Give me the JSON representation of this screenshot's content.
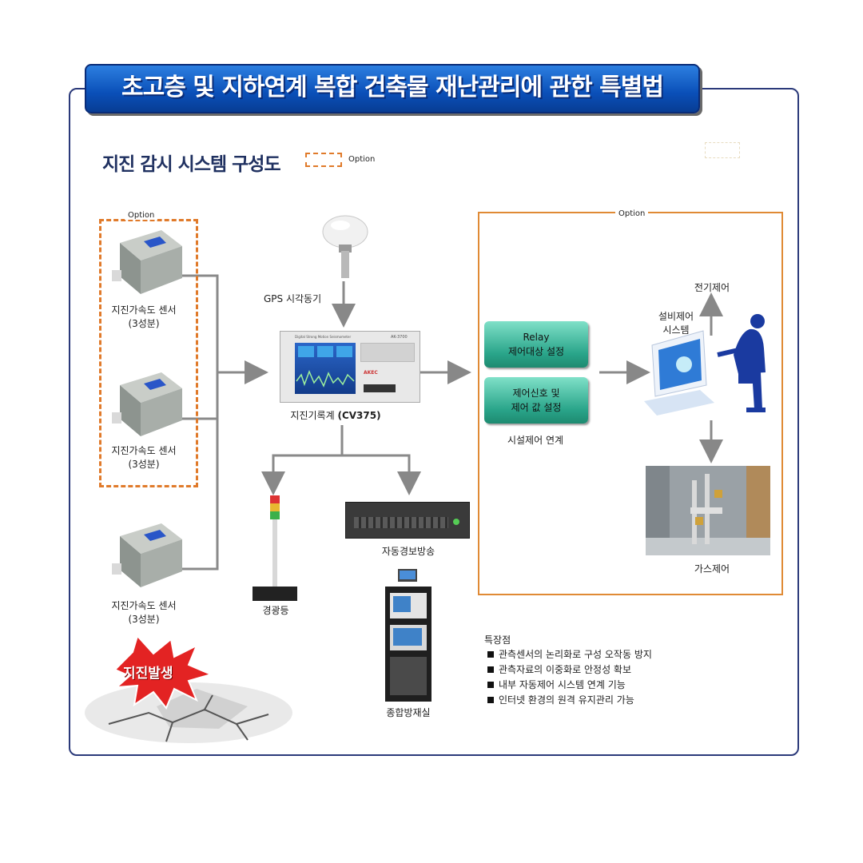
{
  "header": {
    "title": "초고층 및 지하연계 복합 건축물 재난관리에 관한 특별법"
  },
  "diagram": {
    "title": "지진 감시 시스템 구성도",
    "legend_option": "Option",
    "left_group_option": "Option",
    "right_group_option": "Option",
    "sensors": [
      {
        "label": "지진가속도 센서",
        "sub": "(3성분)"
      },
      {
        "label": "지진가속도 센서",
        "sub": "(3성분)"
      },
      {
        "label": "지진가속도 센서",
        "sub": "(3성분)"
      }
    ],
    "gps_label": "GPS 시각동기",
    "recorder_label": "지진기록계",
    "recorder_model": "(CV375)",
    "recorder_screen_text": "Digital Strong Motion Seismometer",
    "recorder_model_small": "AK-3700",
    "recorder_brand": "AKEC",
    "warning_light_label": "경광등",
    "broadcast_label": "자동경보방송",
    "disaster_room_label": "종합방재실",
    "relay_button": {
      "line1": "Relay",
      "line2": "제어대상 설정"
    },
    "control_button": {
      "line1": "제어신호 및",
      "line2": "제어 값 설정"
    },
    "facility_link_label": "시설제어 연계",
    "electric_control_label": "전기제어",
    "equipment_control_label": {
      "line1": "설비제어",
      "line2": "시스템"
    },
    "gas_control_label": "가스제어",
    "earthquake_burst": "지진발생"
  },
  "features": {
    "title": "특장점",
    "items": [
      "관측센서의 논리화로 구성 오작동 방지",
      "관측자료의 이중화로 안정성 확보",
      "내부 자동제어 시스템 연계 기능",
      "인터넷 환경의 원격 유지관리 가능"
    ]
  },
  "colors": {
    "frame": "#2b3a7a",
    "banner": "#0a4fb8",
    "option_border": "#e07a2a",
    "button_green": "#2aa58a",
    "line_gray": "#888888"
  }
}
